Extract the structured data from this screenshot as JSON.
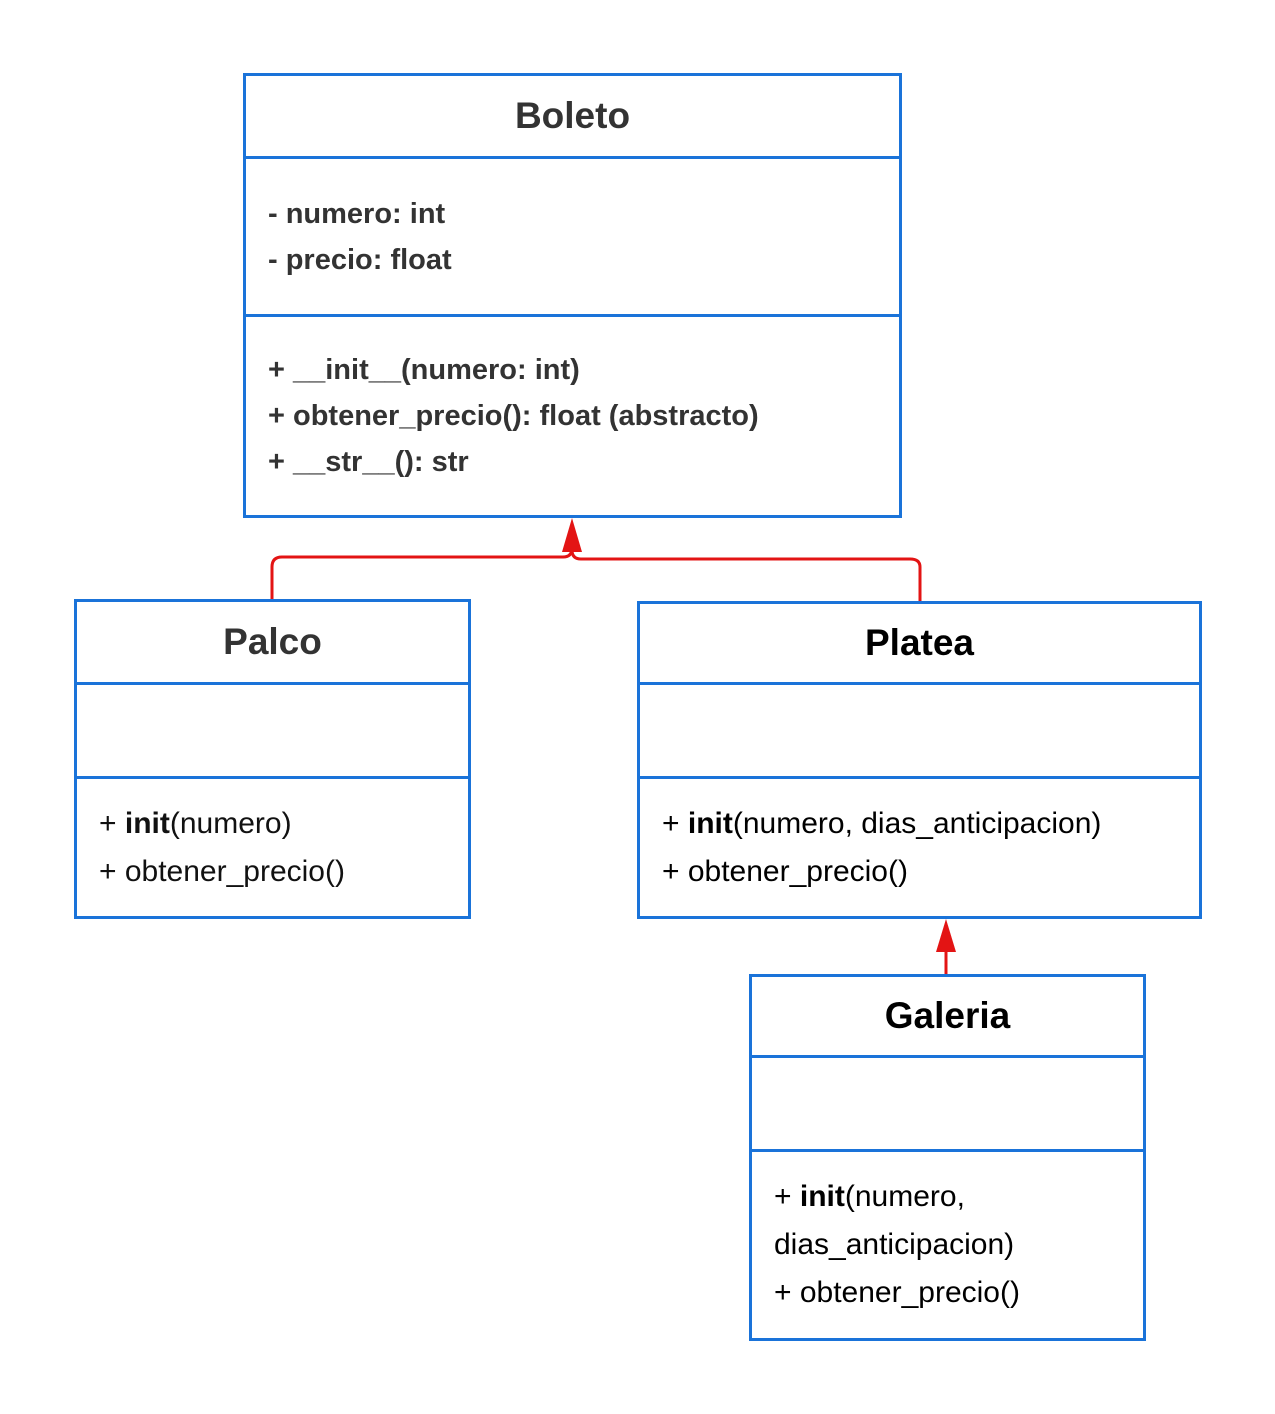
{
  "colors": {
    "border": "#1a73d9",
    "arrow": "#e31414"
  },
  "classes": {
    "boleto": {
      "name": "Boleto",
      "attributes": [
        "- numero: int",
        "- precio: float"
      ],
      "methods": [
        "+ __init__(numero: int)",
        "+ obtener_precio(): float (abstracto)",
        "+ __str__(): str"
      ]
    },
    "palco": {
      "name": "Palco",
      "attributes": [],
      "methods": [
        {
          "prefix": "+ ",
          "bold": "init",
          "rest": "(numero)"
        },
        {
          "prefix": "+ obtener_precio()",
          "bold": "",
          "rest": ""
        }
      ]
    },
    "platea": {
      "name": "Platea",
      "attributes": [],
      "methods": [
        {
          "prefix": "+ ",
          "bold": "init",
          "rest": "(numero, dias_anticipacion)"
        },
        {
          "prefix": "+ obtener_precio()",
          "bold": "",
          "rest": ""
        }
      ]
    },
    "galeria": {
      "name": "Galeria",
      "attributes": [],
      "methods": [
        {
          "prefix": "+ ",
          "bold": "init",
          "rest": "(numero,"
        },
        {
          "prefix": "dias_anticipacion)",
          "bold": "",
          "rest": ""
        },
        {
          "prefix": "+ obtener_precio()",
          "bold": "",
          "rest": ""
        }
      ]
    }
  },
  "relations": [
    {
      "from": "Palco",
      "to": "Boleto",
      "type": "inheritance"
    },
    {
      "from": "Platea",
      "to": "Boleto",
      "type": "inheritance"
    },
    {
      "from": "Galeria",
      "to": "Platea",
      "type": "inheritance"
    }
  ]
}
